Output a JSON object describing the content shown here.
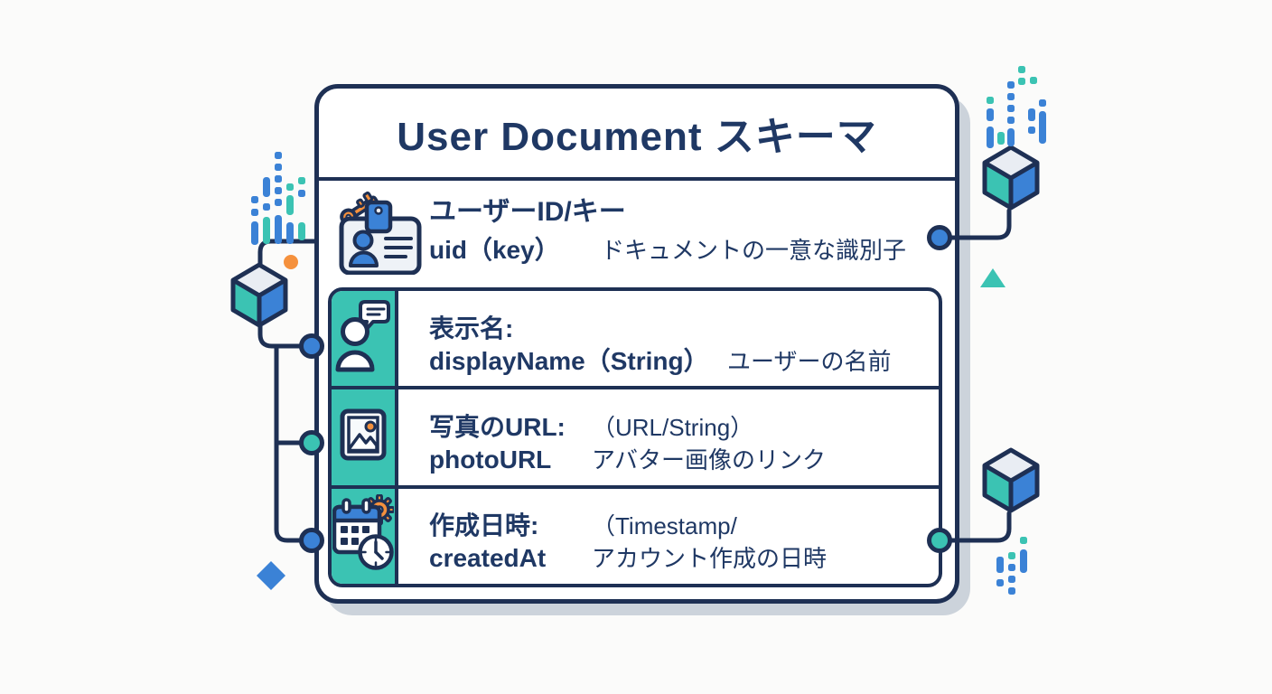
{
  "diagram": {
    "title": "User Document スキーマ",
    "fields": [
      {
        "icon": "id-card-key",
        "heading": "ユーザーID/キー",
        "name": "uid（key）",
        "type": "",
        "description": "ドキュメントの一意な識別子"
      },
      {
        "icon": "person-chat",
        "heading": "表示名:",
        "name": "displayName（String）",
        "type": "",
        "description": "ユーザーの名前"
      },
      {
        "icon": "photo-frame",
        "heading": "写真のURL:",
        "name": "photoURL",
        "type": "（URL/String）",
        "description": "アバター画像のリンク"
      },
      {
        "icon": "calendar-gear-clock",
        "heading": "作成日時:",
        "name": "createdAt",
        "type": "（Timestamp/",
        "description": "アカウント作成の日時"
      }
    ],
    "colors": {
      "outline_navy": "#1e3054",
      "text_navy": "#1f3864",
      "teal": "#3bc3b3",
      "blue": "#3b82d6",
      "orange": "#f5913d",
      "shadow_gray": "#ccd3db",
      "panel_white": "#ffffff"
    }
  }
}
